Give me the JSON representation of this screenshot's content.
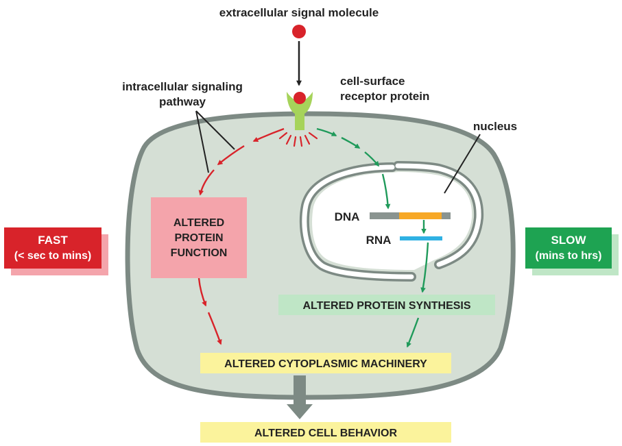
{
  "labels": {
    "signal_molecule": "extracellular signal molecule",
    "receptor_line1": "cell-surface",
    "receptor_line2": "receptor protein",
    "pathway_line1": "intracellular signaling",
    "pathway_line2": "pathway",
    "nucleus": "nucleus",
    "dna": "DNA",
    "rna": "RNA"
  },
  "boxes": {
    "fast_title": "FAST",
    "fast_sub": "(< sec to mins)",
    "slow_title": "SLOW",
    "slow_sub": "(mins to hrs)",
    "protein_function_l1": "ALTERED",
    "protein_function_l2": "PROTEIN",
    "protein_function_l3": "FUNCTION",
    "protein_synthesis": "ALTERED PROTEIN SYNTHESIS",
    "cytoplasmic_machinery": "ALTERED CYTOPLASMIC MACHINERY",
    "cell_behavior": "ALTERED CELL BEHAVIOR"
  },
  "colors": {
    "cell_fill": "#d5dfd5",
    "cell_border": "#7d8a84",
    "red_path": "#d8232a",
    "green_path": "#1f9a5a",
    "receptor": "#a6d35a",
    "fast_box": "#d8232a",
    "slow_box": "#1ea352",
    "protein_function_box": "#f4a4ab",
    "protein_synthesis_box": "#bfe6c6",
    "yellow_box": "#fbf39c",
    "dna_gray": "#8a9490",
    "dna_orange": "#f7a826",
    "rna_blue": "#2fb1e3"
  }
}
